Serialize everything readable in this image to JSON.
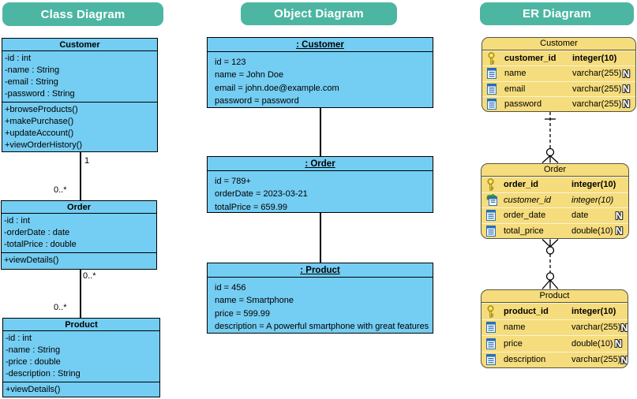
{
  "headers": {
    "class_diagram": "Class Diagram",
    "object_diagram": "Object Diagram",
    "er_diagram": "ER Diagram"
  },
  "colors": {
    "header_teal": "#4db6a2",
    "uml_box_blue": "#74cdf2",
    "er_box_yellow": "#f5dc7d",
    "er_border_olive": "#55553c",
    "line_black": "#000000"
  },
  "class_diagram": {
    "classes": [
      {
        "name": "Customer",
        "attributes": [
          "-id : int",
          "-name : String",
          "-email : String",
          "-password : String"
        ],
        "operations": [
          "+browseProducts()",
          "+makePurchase()",
          "+updateAccount()",
          "+viewOrderHistory()"
        ]
      },
      {
        "name": "Order",
        "attributes": [
          "-id : int",
          "-orderDate : date",
          "-totalPrice : double"
        ],
        "operations": [
          "+viewDetails()"
        ]
      },
      {
        "name": "Product",
        "attributes": [
          "-id : int",
          "-name : String",
          "-price : double",
          "-description : String"
        ],
        "operations": [
          "+viewDetails()"
        ]
      }
    ],
    "links": [
      {
        "from": "Customer",
        "to": "Order",
        "source_label": "1",
        "target_label": "0..*"
      },
      {
        "from": "Order",
        "to": "Product",
        "source_label": "0..*",
        "target_label": "0..*"
      }
    ]
  },
  "object_diagram": {
    "objects": [
      {
        "name": ": Customer",
        "slots": [
          "id = 123",
          "name = John Doe",
          "email = john.doe@example.com",
          "password = password"
        ]
      },
      {
        "name": ": Order",
        "slots": [
          "id = 789+",
          "orderDate = 2023-03-21",
          "totalPrice = 659.99"
        ]
      },
      {
        "name": ": Product",
        "slots": [
          "id = 456",
          "name = Smartphone",
          "price = 599.99",
          "description = A powerful smartphone with great features"
        ]
      }
    ]
  },
  "er_diagram": {
    "entities": [
      {
        "name": "Customer",
        "columns": [
          {
            "key": "PK",
            "name": "customer_id",
            "type": "integer(10)",
            "nullable": ""
          },
          {
            "key": "",
            "name": "name",
            "type": "varchar(255)",
            "nullable": "N"
          },
          {
            "key": "",
            "name": "email",
            "type": "varchar(255)",
            "nullable": "N"
          },
          {
            "key": "",
            "name": "password",
            "type": "varchar(255)",
            "nullable": "N"
          }
        ]
      },
      {
        "name": "Order",
        "columns": [
          {
            "key": "PK",
            "name": "order_id",
            "type": "integer(10)",
            "nullable": ""
          },
          {
            "key": "FK",
            "name": "customer_id",
            "type": "integer(10)",
            "nullable": ""
          },
          {
            "key": "",
            "name": "order_date",
            "type": "date",
            "nullable": "N"
          },
          {
            "key": "",
            "name": "total_price",
            "type": "double(10)",
            "nullable": "N"
          }
        ]
      },
      {
        "name": "Product",
        "columns": [
          {
            "key": "PK",
            "name": "product_id",
            "type": "integer(10)",
            "nullable": ""
          },
          {
            "key": "",
            "name": "name",
            "type": "varchar(255)",
            "nullable": "N"
          },
          {
            "key": "",
            "name": "price",
            "type": "double(10)",
            "nullable": "N"
          },
          {
            "key": "",
            "name": "description",
            "type": "varchar(255)",
            "nullable": "N"
          }
        ]
      }
    ],
    "relationships": [
      {
        "from": "Customer",
        "to": "Order",
        "from_cardinality": "one",
        "to_cardinality": "zero-or-many",
        "line_style": "dashed"
      },
      {
        "from": "Order",
        "to": "Product",
        "from_cardinality": "zero-or-many",
        "to_cardinality": "zero-or-many",
        "line_style": "dashed"
      }
    ]
  }
}
